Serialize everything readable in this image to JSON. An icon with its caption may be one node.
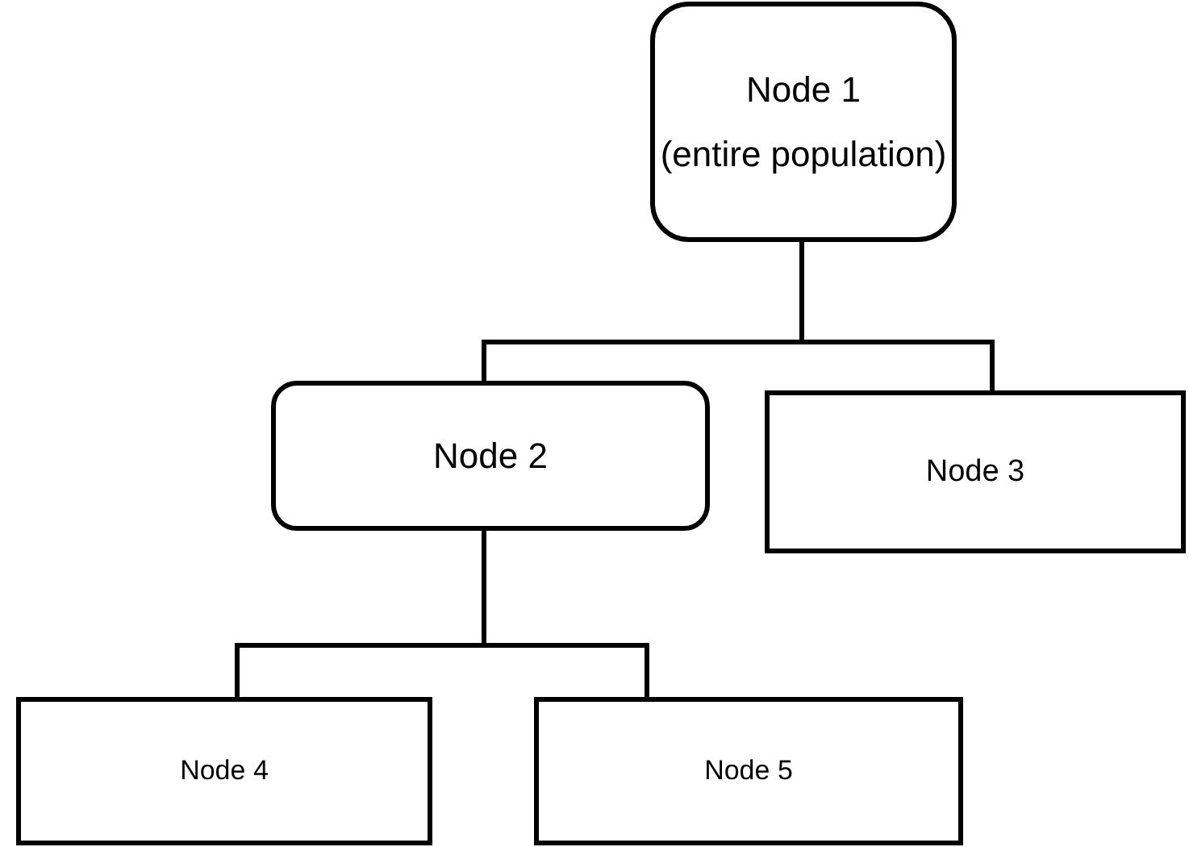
{
  "diagram": {
    "nodes": [
      {
        "text": [
          "Node 1",
          "(entire population)"
        ]
      },
      {
        "text": [
          "Node 2"
        ]
      },
      {
        "text": [
          "Node 3"
        ]
      },
      {
        "text": [
          "Node 4"
        ]
      },
      {
        "text": [
          "Node 5"
        ]
      }
    ],
    "edges": [
      {
        "from": 0,
        "to": 1,
        "arrow": "none"
      },
      {
        "from": 0,
        "to": 2,
        "arrow": "none"
      },
      {
        "from": 1,
        "to": 3,
        "arrow": "none"
      },
      {
        "from": 1,
        "to": 4,
        "arrow": "none"
      }
    ]
  }
}
